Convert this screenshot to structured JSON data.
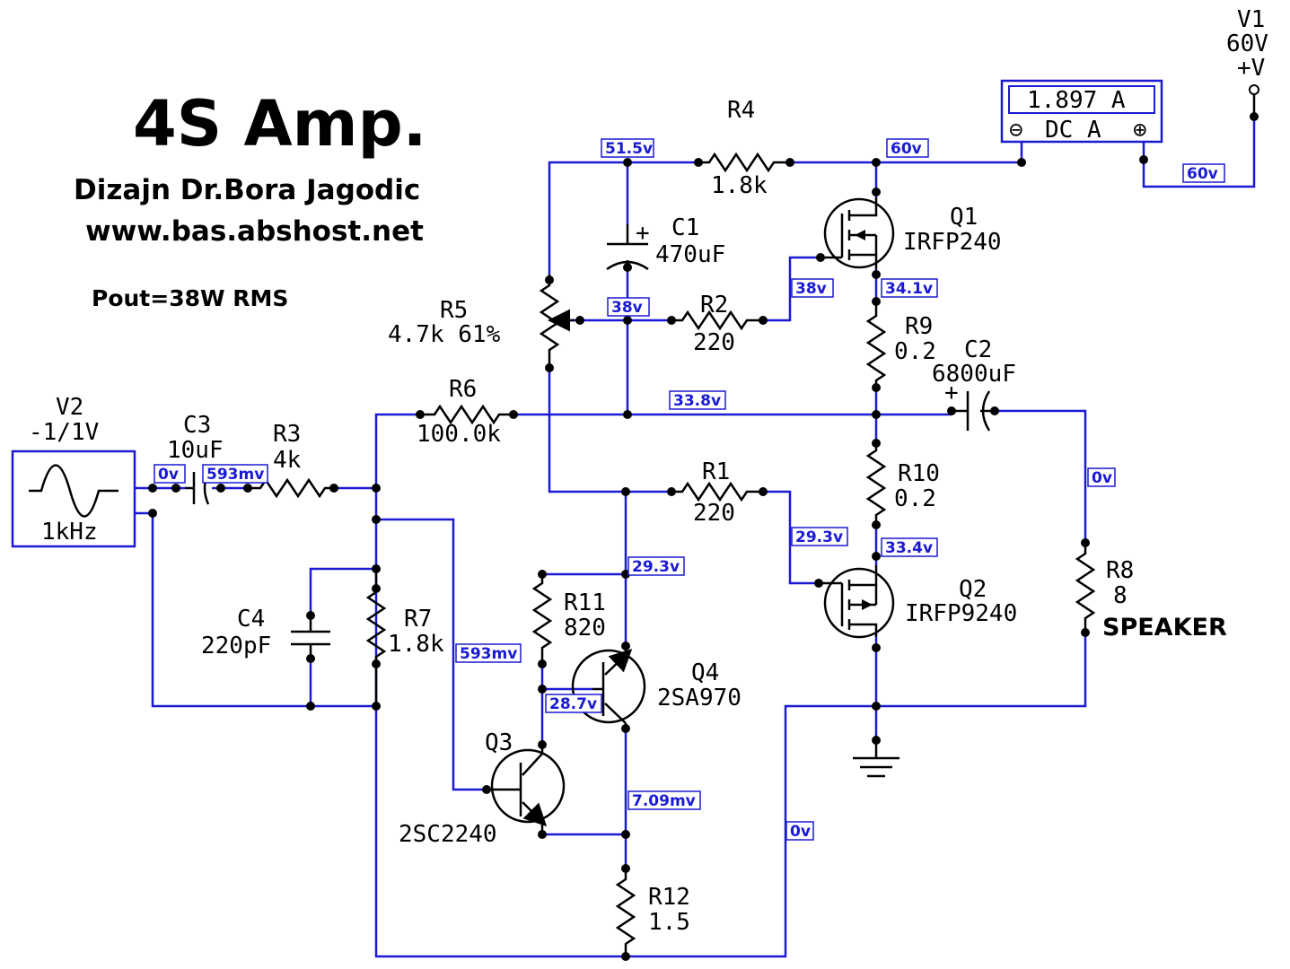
{
  "header": {
    "title": "4S Amp.",
    "designer": "Dizajn Dr.Bora Jagodic",
    "website": "www.bas.abshost.net",
    "power": "Pout=38W RMS"
  },
  "meter": {
    "reading": "1.897 A",
    "minus": "⊖",
    "mode": "DC A",
    "plus": "⊕"
  },
  "sources": {
    "v1": {
      "name": "V1",
      "value": "60V",
      "terminal": "+V"
    },
    "v2": {
      "name": "V2",
      "value": "-1/1V",
      "freq": "1kHz"
    }
  },
  "components": {
    "r1": {
      "name": "R1",
      "value": "220"
    },
    "r2": {
      "name": "R2",
      "value": "220"
    },
    "r3": {
      "name": "R3",
      "value": "4k"
    },
    "r4": {
      "name": "R4",
      "value": "1.8k"
    },
    "r5": {
      "name": "R5",
      "value": "4.7k 61%"
    },
    "r6": {
      "name": "R6",
      "value": "100.0k"
    },
    "r7": {
      "name": "R7",
      "value": "1.8k"
    },
    "r8": {
      "name": "R8",
      "value": "8",
      "note": "SPEAKER"
    },
    "r9": {
      "name": "R9",
      "value": "0.2"
    },
    "r10": {
      "name": "R10",
      "value": "0.2"
    },
    "r11": {
      "name": "R11",
      "value": "820"
    },
    "r12": {
      "name": "R12",
      "value": "1.5"
    },
    "c1": {
      "name": "C1",
      "value": "470uF"
    },
    "c2": {
      "name": "C2",
      "value": "6800uF"
    },
    "c3": {
      "name": "C3",
      "value": "10uF"
    },
    "c4": {
      "name": "C4",
      "value": "220pF"
    },
    "q1": {
      "name": "Q1",
      "part": "IRFP240"
    },
    "q2": {
      "name": "Q2",
      "part": "IRFP9240"
    },
    "q3": {
      "name": "Q3",
      "part": "2SC2240"
    },
    "q4": {
      "name": "Q4",
      "part": "2SA970"
    }
  },
  "probes": {
    "p_515": "51.5v",
    "p_60a": "60v",
    "p_60b": "60v",
    "p_38a": "38v",
    "p_38b": "38v",
    "p_341": "34.1v",
    "p_338": "33.8v",
    "p_0a": "0v",
    "p_593a": "593mv",
    "p_0b": "0v",
    "p_293a": "29.3v",
    "p_293b": "29.3v",
    "p_334": "33.4v",
    "p_593b": "593mv",
    "p_287": "28.7v",
    "p_709": "7.09mv",
    "p_0c": "0v"
  },
  "colors": {
    "wire": "#1a1ad4",
    "component": "#000000",
    "background": "#ffffff"
  }
}
